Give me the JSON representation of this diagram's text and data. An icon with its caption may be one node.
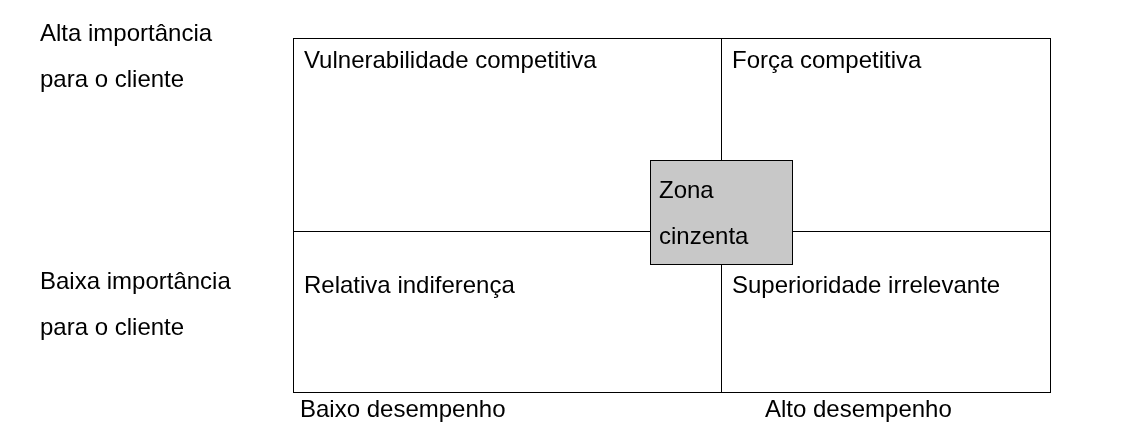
{
  "diagram": {
    "nodes": [
      {
        "text": [
          "Vulnerabilidade competitiva"
        ]
      },
      {
        "text": [
          "Força competitiva"
        ]
      },
      {
        "text": [
          "Relativa indiferença"
        ]
      },
      {
        "text": [
          "Superioridade irrelevante"
        ]
      },
      {
        "text": [
          "Zona cinzenta"
        ]
      }
    ],
    "labels": [
      "Alta importância para o cliente",
      "Baixa importância para o cliente",
      "Baixo desempenho",
      "Alto desempenho"
    ]
  }
}
